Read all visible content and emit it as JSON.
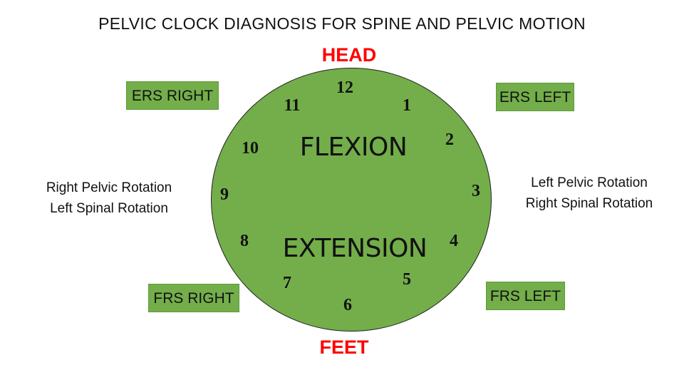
{
  "title": "PELVIC CLOCK DIAGNOSIS FOR SPINE AND PELVIC MOTION",
  "head_label": "HEAD",
  "feet_label": "FEET",
  "clock": {
    "fill_color": "#73ae4a",
    "numbers": [
      "12",
      "1",
      "2",
      "3",
      "4",
      "5",
      "6",
      "7",
      "8",
      "9",
      "10",
      "11"
    ],
    "flexion_label": "FLEXION",
    "extension_label": "EXTENSION"
  },
  "boxes": {
    "ers_right": "ERS RIGHT",
    "ers_left": "ERS LEFT",
    "frs_right": "FRS RIGHT",
    "frs_left": "FRS LEFT"
  },
  "left_text": {
    "line1": "Right Pelvic Rotation",
    "line2": "Left Spinal Rotation"
  },
  "right_text": {
    "line1": "Left Pelvic Rotation",
    "line2": "Right Spinal Rotation"
  },
  "colors": {
    "pole_label": "#ff0000",
    "box_fill": "#73ae4a"
  }
}
